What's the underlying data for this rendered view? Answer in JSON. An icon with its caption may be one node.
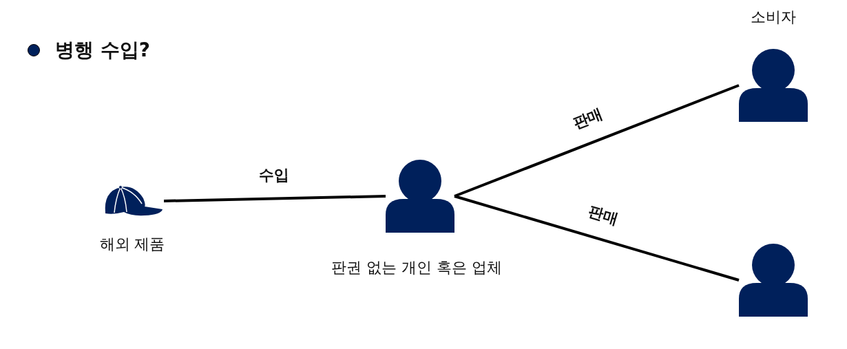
{
  "diagram": {
    "title": "병행 수입?",
    "nodes": [
      {
        "text": [],
        "shape": "picture",
        "beside": [
          "해외 제품"
        ]
      },
      {
        "text": [],
        "shape": "person",
        "beside": [
          "판권 없는 개인 혹은 업체"
        ]
      },
      {
        "text": [],
        "shape": "person",
        "beside": [
          "소비자"
        ]
      },
      {
        "text": [],
        "shape": "person"
      }
    ],
    "edges": [
      {
        "from": 0,
        "to": 1,
        "arrow": "none",
        "label": "수입"
      },
      {
        "from": 1,
        "to": 2,
        "arrow": "none",
        "label": "판매"
      },
      {
        "from": 1,
        "to": 3,
        "arrow": "none",
        "label": "판매"
      }
    ]
  }
}
